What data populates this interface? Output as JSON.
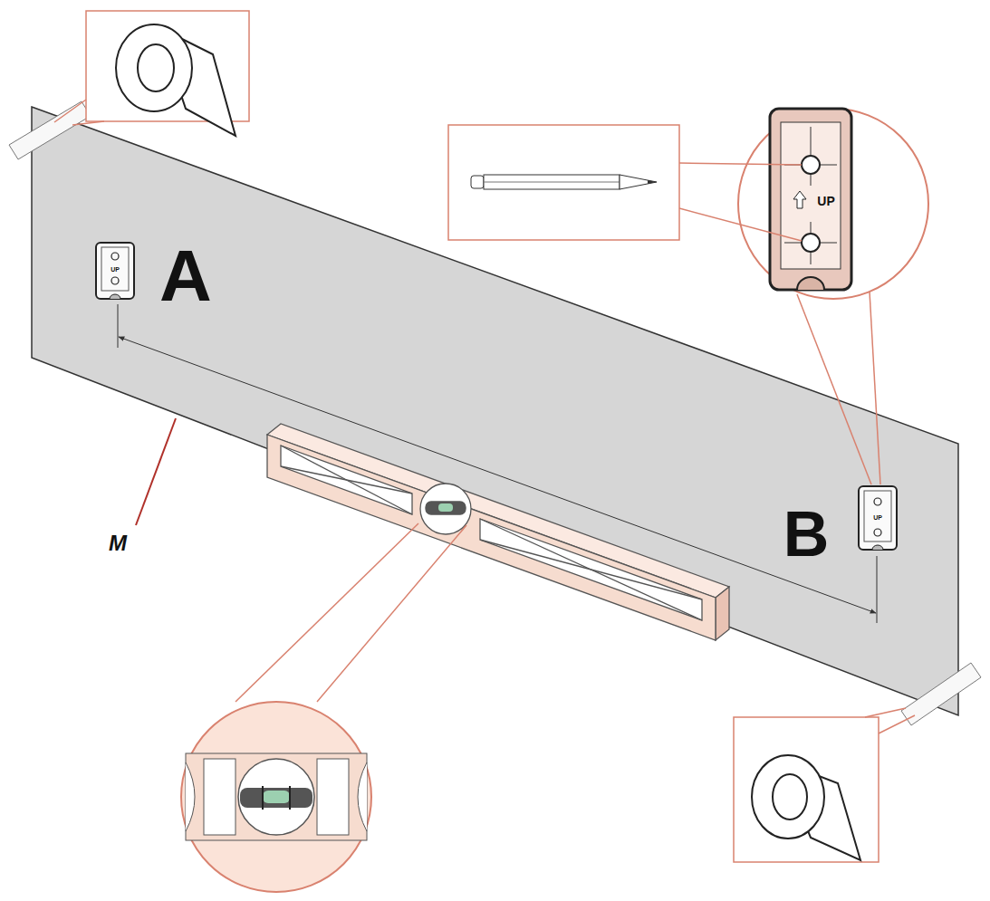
{
  "diagram": {
    "labels": [
      "A",
      "B",
      "M",
      "UP",
      "UP",
      "UP"
    ]
  }
}
